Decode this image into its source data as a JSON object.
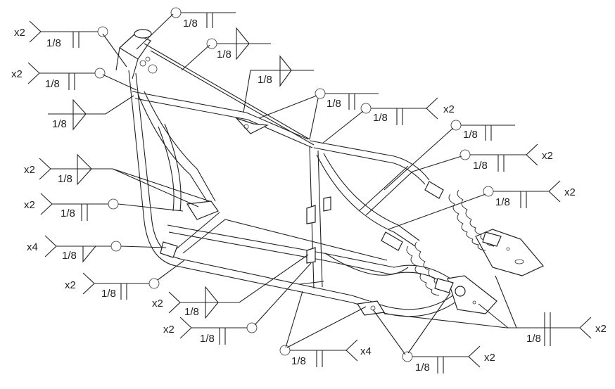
{
  "welds": [
    {
      "size": "1/8",
      "qty": "x2"
    },
    {
      "size": "1/8",
      "qty": ""
    },
    {
      "size": "1/8",
      "qty": ""
    },
    {
      "size": "1/8",
      "qty": "x2"
    },
    {
      "size": "1/8",
      "qty": ""
    },
    {
      "size": "1/8",
      "qty": ""
    },
    {
      "size": "1/8",
      "qty": ""
    },
    {
      "size": "1/8",
      "qty": "x2"
    },
    {
      "size": "1/8",
      "qty": "x2"
    },
    {
      "size": "1/8",
      "qty": ""
    },
    {
      "size": "1/8",
      "qty": "x2"
    },
    {
      "size": "1/8",
      "qty": "x2"
    },
    {
      "size": "1/8",
      "qty": "x2"
    },
    {
      "size": "1/8",
      "qty": "x4"
    },
    {
      "size": "1/8",
      "qty": "x2"
    },
    {
      "size": "1/8",
      "qty": "x2"
    },
    {
      "size": "1/8",
      "qty": "x2"
    },
    {
      "size": "1/8",
      "qty": "x2"
    },
    {
      "size": "1/8",
      "qty": "x4"
    },
    {
      "size": "1/8",
      "qty": "x2"
    }
  ]
}
